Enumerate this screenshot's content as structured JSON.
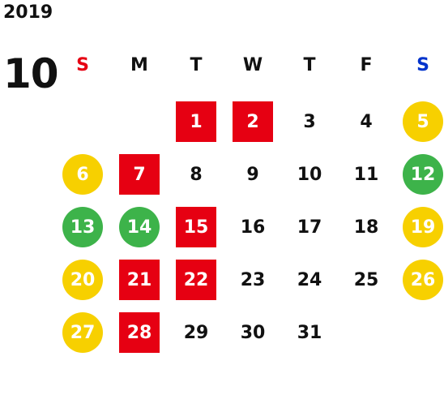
{
  "year": "2019",
  "month": "10",
  "colors": {
    "sunday": "#e60012",
    "saturday": "#0033cc",
    "red": "#e60012",
    "yellow": "#f7d000",
    "green": "#3db34a"
  },
  "weekdays": [
    "S",
    "M",
    "T",
    "W",
    "T",
    "F",
    "S"
  ],
  "days": [
    {
      "label": "1",
      "col": 2,
      "row": 0,
      "style": "red-square"
    },
    {
      "label": "2",
      "col": 3,
      "row": 0,
      "style": "red-square"
    },
    {
      "label": "3",
      "col": 4,
      "row": 0,
      "style": "plain"
    },
    {
      "label": "4",
      "col": 5,
      "row": 0,
      "style": "plain"
    },
    {
      "label": "5",
      "col": 6,
      "row": 0,
      "style": "yellow-circle"
    },
    {
      "label": "6",
      "col": 0,
      "row": 1,
      "style": "yellow-circle"
    },
    {
      "label": "7",
      "col": 1,
      "row": 1,
      "style": "red-square"
    },
    {
      "label": "8",
      "col": 2,
      "row": 1,
      "style": "plain"
    },
    {
      "label": "9",
      "col": 3,
      "row": 1,
      "style": "plain"
    },
    {
      "label": "10",
      "col": 4,
      "row": 1,
      "style": "plain"
    },
    {
      "label": "11",
      "col": 5,
      "row": 1,
      "style": "plain"
    },
    {
      "label": "12",
      "col": 6,
      "row": 1,
      "style": "green-circle"
    },
    {
      "label": "13",
      "col": 0,
      "row": 2,
      "style": "green-circle"
    },
    {
      "label": "14",
      "col": 1,
      "row": 2,
      "style": "green-circle"
    },
    {
      "label": "15",
      "col": 2,
      "row": 2,
      "style": "red-square"
    },
    {
      "label": "16",
      "col": 3,
      "row": 2,
      "style": "plain"
    },
    {
      "label": "17",
      "col": 4,
      "row": 2,
      "style": "plain"
    },
    {
      "label": "18",
      "col": 5,
      "row": 2,
      "style": "plain"
    },
    {
      "label": "19",
      "col": 6,
      "row": 2,
      "style": "yellow-circle"
    },
    {
      "label": "20",
      "col": 0,
      "row": 3,
      "style": "yellow-circle"
    },
    {
      "label": "21",
      "col": 1,
      "row": 3,
      "style": "red-square"
    },
    {
      "label": "22",
      "col": 2,
      "row": 3,
      "style": "red-square"
    },
    {
      "label": "23",
      "col": 3,
      "row": 3,
      "style": "plain"
    },
    {
      "label": "24",
      "col": 4,
      "row": 3,
      "style": "plain"
    },
    {
      "label": "25",
      "col": 5,
      "row": 3,
      "style": "plain"
    },
    {
      "label": "26",
      "col": 6,
      "row": 3,
      "style": "yellow-circle"
    },
    {
      "label": "27",
      "col": 0,
      "row": 4,
      "style": "yellow-circle"
    },
    {
      "label": "28",
      "col": 1,
      "row": 4,
      "style": "red-square"
    },
    {
      "label": "29",
      "col": 2,
      "row": 4,
      "style": "plain"
    },
    {
      "label": "30",
      "col": 3,
      "row": 4,
      "style": "plain"
    },
    {
      "label": "31",
      "col": 4,
      "row": 4,
      "style": "plain"
    }
  ]
}
